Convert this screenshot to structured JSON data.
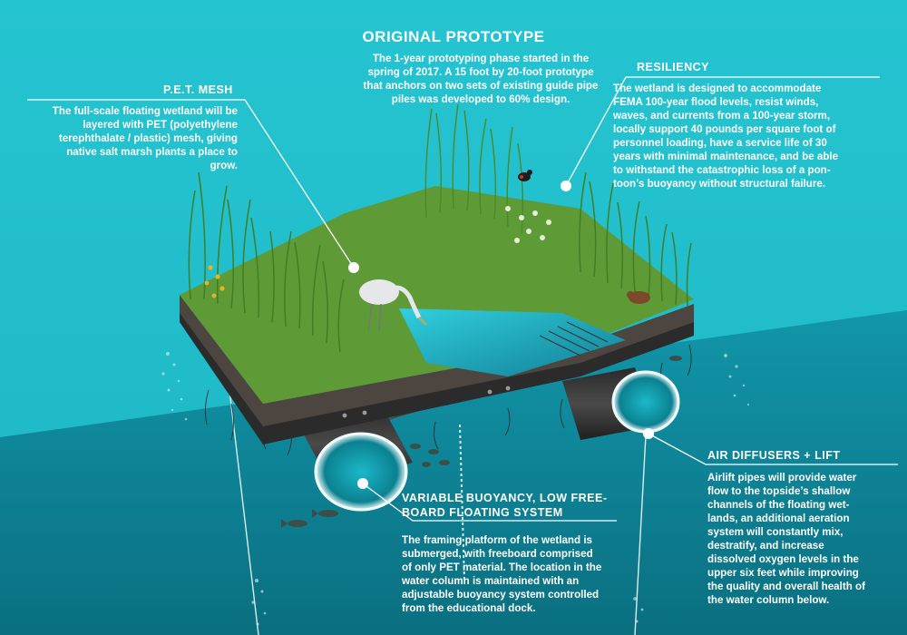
{
  "colors": {
    "sky_teal": "#23c2cf",
    "water_teal": "#0f8fa3",
    "deep_water": "#0a7587",
    "text": "#ffffff",
    "grass": "#4f8f2e",
    "soil": "#3a3430",
    "frame": "#3b3b3b"
  },
  "callouts": {
    "original_prototype": {
      "title": "ORIGINAL PROTOTYPE",
      "lines": [
        "The 1-year prototyping phase started in the",
        "spring of 2017.  A 15 foot by 20-foot prototype",
        "that anchors on two sets of existing guide pipe",
        "piles was developed to 60% design."
      ]
    },
    "pet_mesh": {
      "title": "P.E.T. MESH",
      "lines": [
        "The full-scale floating wetland will be",
        "layered with PET (polyethylene",
        "terephthalate / plastic) mesh, giving",
        "native salt marsh plants a place to",
        "grow."
      ]
    },
    "resiliency": {
      "title": "RESILIENCY",
      "lines": [
        "The wetland is designed to accommodate",
        "FEMA 100-year flood levels, resist winds,",
        "waves, and currents from a 100-year storm,",
        "locally support 40 pounds per square foot of",
        "personnel loading, have a service life of 30",
        "years with minimal maintenance, and be able",
        "to withstand the catastrophic loss of a pon-",
        "toon’s buoyancy without structural failure."
      ]
    },
    "variable_buoyancy": {
      "title_lines": [
        "VARIABLE BUOYANCY, LOW FREE-",
        "BOARD FLOATING SYSTEM"
      ],
      "lines": [
        "The framing platform of the wetland is",
        "submerged, with freeboard comprised",
        "of only PET material. The location in the",
        "water column is maintained with an",
        "adjustable buoyancy system controlled",
        "from the educational dock."
      ]
    },
    "air_diffusers": {
      "title": "AIR DIFFUSERS + LIFT",
      "lines": [
        "Airlift pipes will provide water",
        "flow to the topside’s shallow",
        "channels of the floating wet-",
        "lands, an additional aeration",
        "system will constantly mix,",
        "destratify, and increase",
        "dissolved oxygen levels in the",
        "upper six feet while improving",
        "the quality and overall health of",
        "the water column below."
      ]
    }
  }
}
